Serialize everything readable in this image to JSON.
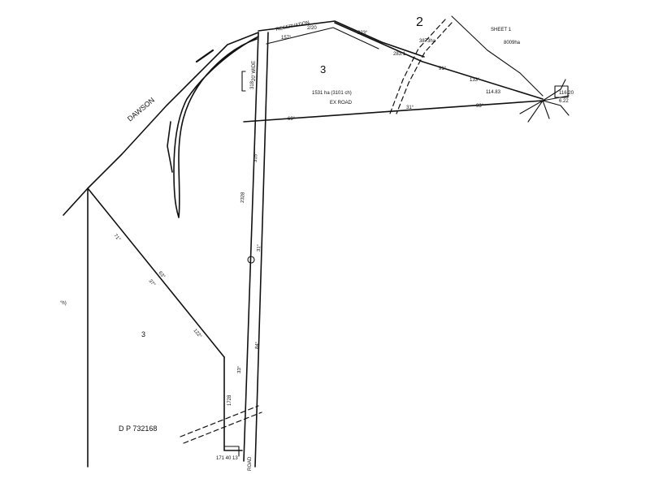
{
  "plan": {
    "road_name": "DAWSON",
    "road_label": "ROAD",
    "reservation_label": "RESERVATION",
    "road_width": "20' WIDE",
    "deposited_plan": "D P   732168",
    "sheet": "SHEET  1",
    "lots": {
      "lot3_upper": "3",
      "lot3_lower": "3",
      "lot2": "2"
    },
    "areas": {
      "lot3_upper_area": "1531 ha (3101 ch)",
      "lot3_upper_ex": "EX ROAD",
      "lot2_area_a": "3873ha",
      "lot2_area_b": "8009ha",
      "left_fragment": "°h)"
    },
    "dimensions": {
      "diag_1": "71°",
      "diag_2": "63°",
      "diag_3": "37°",
      "diag_4": "122°",
      "vert_1": "315°",
      "vert_2": "31°",
      "vert_3": "84°",
      "vert_4": "2328",
      "vert_5": "33°",
      "top_1": "223°",
      "top_2": "157°",
      "top_3": "2/20",
      "top_4": "283.1",
      "top_5": "91°",
      "top_6": "133°",
      "top_7": "31°",
      "top_8": "93°",
      "top_9": "69°",
      "left_1": "318",
      "left_2": "1728",
      "right_1": "114.83",
      "right_2": "116.20",
      "right_3": "6.22",
      "bottom_1": "171 40 13"
    }
  }
}
